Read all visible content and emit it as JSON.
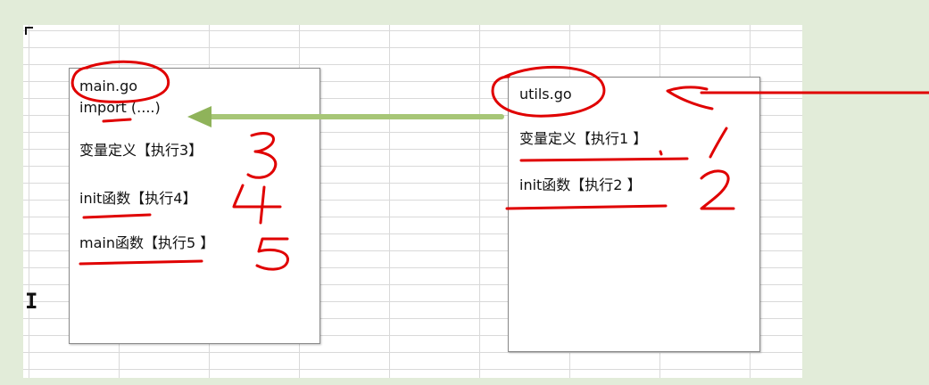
{
  "main_file": {
    "filename": "main.go",
    "import_line": "import (....)",
    "var_def": "变量定义【执行3】",
    "init_fn": "init函数【执行4】",
    "main_fn": "main函数【执行5 】"
  },
  "utils_file": {
    "filename": "utils.go",
    "var_def": "变量定义【执行1 】",
    "init_fn": "init函数【执行2 】"
  },
  "colors": {
    "annotation_red": "#e00000",
    "import_arrow_green": "#8fb35a",
    "page_background": "#e2ecd9"
  }
}
